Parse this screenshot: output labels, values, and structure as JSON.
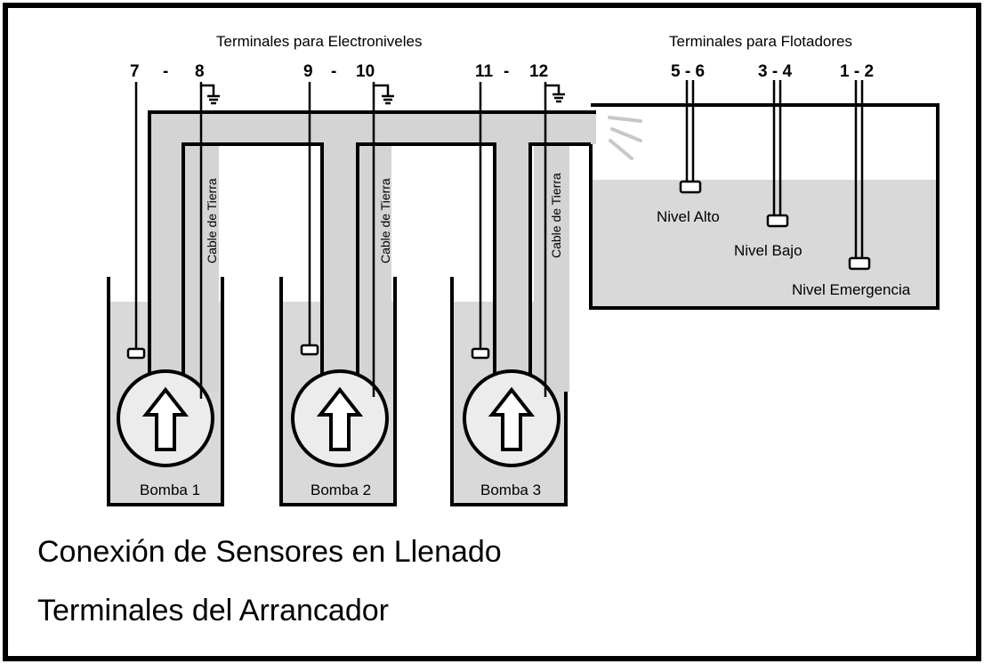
{
  "header": {
    "electro_terminals_label": "Terminales para Electroniveles",
    "float_terminals_label": "Terminales para Flotadores"
  },
  "electro_terminals": [
    "7",
    "-",
    "8",
    "9",
    "-",
    "10",
    "11",
    "-",
    "12"
  ],
  "float_terminals": [
    "5 - 6",
    "3 - 4",
    "1 - 2"
  ],
  "ground_cable_label": "Cable de Tierra",
  "pumps": [
    "Bomba 1",
    "Bomba 2",
    "Bomba 3"
  ],
  "levels": {
    "high": "Nivel Alto",
    "low": "Nivel Bajo",
    "emergency": "Nivel Emergencia"
  },
  "title": {
    "line1": "Conexión de Sensores en Llenado",
    "line2": "Terminales del Arrancador"
  },
  "colors": {
    "water": "#d9d9d9",
    "pipe": "#d4d4d4",
    "line": "#000000"
  }
}
